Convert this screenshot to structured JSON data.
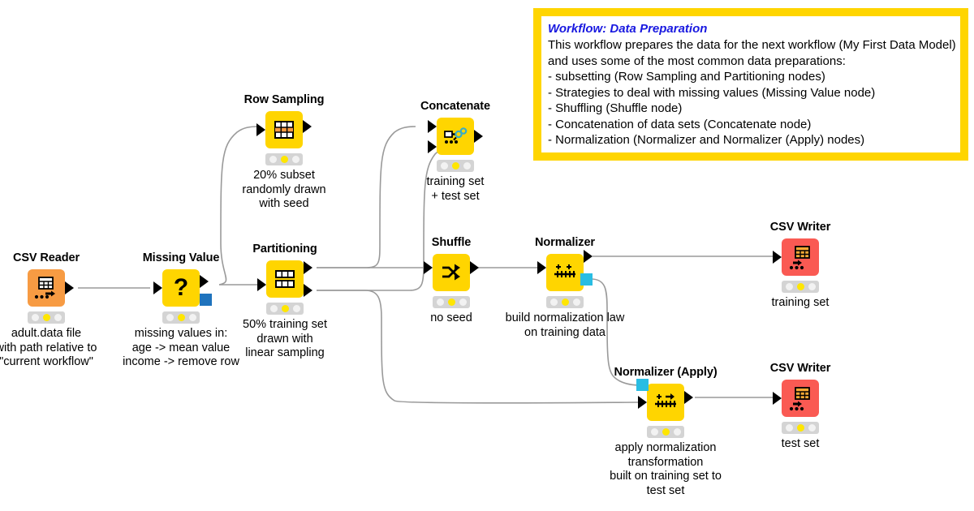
{
  "annotation": {
    "title": "Workflow: Data Preparation",
    "lines": [
      "This workflow prepares the data for the next workflow (My First Data Model)",
      "and uses some of the most common data preparations:",
      "- subsetting (Row Sampling and Partitioning nodes)",
      "- Strategies to deal with missing values (Missing Value node)",
      "- Shuffling (Shuffle node)",
      "- Concatenation of data sets (Concatenate node)",
      "- Normalization (Normalizer and Normalizer (Apply) nodes)"
    ],
    "border_color": "#ffd500",
    "title_color": "#1818e0"
  },
  "colors": {
    "node_yellow": "#ffd500",
    "node_orange": "#f79b43",
    "node_red": "#fa5a53",
    "port_cyan": "#29bde3",
    "port_blue": "#1f73bd",
    "edge": "#9a9a9a",
    "status_bar": "#d4d4d4",
    "status_on": "#ffe600"
  },
  "nodes": [
    {
      "id": "csv-reader",
      "title": "CSV Reader",
      "icon": "csv-reader-icon",
      "caption": [
        "adult.data file",
        "with path relative to",
        "\"current workflow\""
      ],
      "status": [
        "off",
        "on",
        "off"
      ]
    },
    {
      "id": "missing-value",
      "title": "Missing Value",
      "icon": "question-mark-icon",
      "caption": [
        "missing values in:",
        "age -> mean value",
        "income -> remove row"
      ],
      "status": [
        "off",
        "on",
        "off"
      ]
    },
    {
      "id": "row-sampling",
      "title": "Row Sampling",
      "icon": "row-sampling-icon",
      "caption": [
        "20% subset",
        "randomly drawn",
        "with seed"
      ],
      "status": [
        "off",
        "on",
        "off"
      ]
    },
    {
      "id": "partitioning",
      "title": "Partitioning",
      "icon": "partitioning-icon",
      "caption": [
        "50% training set",
        "drawn with",
        "linear sampling"
      ],
      "status": [
        "off",
        "on",
        "off"
      ]
    },
    {
      "id": "concatenate",
      "title": "Concatenate",
      "icon": "concatenate-icon",
      "caption": [
        "training set",
        "+ test set"
      ],
      "status": [
        "off",
        "on",
        "off"
      ]
    },
    {
      "id": "shuffle",
      "title": "Shuffle",
      "icon": "shuffle-icon",
      "caption": [
        "no seed"
      ],
      "status": [
        "off",
        "on",
        "off"
      ]
    },
    {
      "id": "normalizer",
      "title": "Normalizer",
      "icon": "normalizer-icon",
      "caption": [
        "build normalization law",
        "on training data"
      ],
      "status": [
        "off",
        "on",
        "off"
      ]
    },
    {
      "id": "normalizer-apply",
      "title": "Normalizer (Apply)",
      "icon": "normalizer-apply-icon",
      "caption": [
        "apply normalization",
        "transformation",
        "built on training set to",
        "test set"
      ],
      "status": [
        "off",
        "on",
        "off"
      ]
    },
    {
      "id": "csv-writer-training",
      "title": "CSV Writer",
      "icon": "csv-writer-icon",
      "caption": [
        "training set"
      ],
      "status": [
        "off",
        "on",
        "off"
      ]
    },
    {
      "id": "csv-writer-test",
      "title": "CSV Writer",
      "icon": "csv-writer-icon",
      "caption": [
        "test set"
      ],
      "status": [
        "off",
        "on",
        "off"
      ]
    }
  ]
}
